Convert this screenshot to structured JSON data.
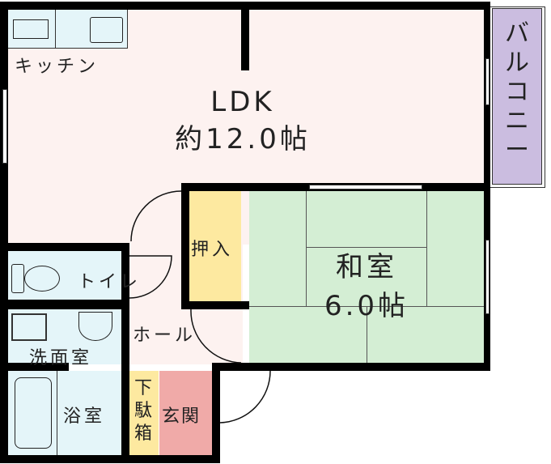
{
  "rooms": {
    "kitchen": {
      "label": "キッチン"
    },
    "ldk": {
      "label": "LDK",
      "size": "約12.0帖"
    },
    "balcony": {
      "label": "バルコニー"
    },
    "washitsu": {
      "label": "和室",
      "size": "6.0帖"
    },
    "oshiire": {
      "label": "押入"
    },
    "toilet": {
      "label": "トイレ"
    },
    "washroom": {
      "label": "洗面室"
    },
    "hall": {
      "label": "ホール"
    },
    "bath": {
      "label": "浴室"
    },
    "shoe_box": {
      "label": "下駄箱"
    },
    "entrance": {
      "label": "玄関"
    }
  },
  "colors": {
    "ldk": "#fdf2f0",
    "wet": "#e4f5f9",
    "washitsu": "#d4eed4",
    "storage": "#fde9a0",
    "entrance": "#f0aaa8",
    "balcony": "#cbbde0"
  }
}
